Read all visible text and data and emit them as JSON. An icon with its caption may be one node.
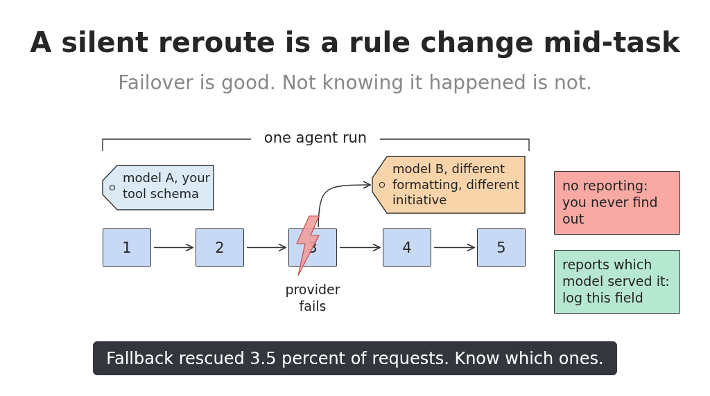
{
  "diagram": {
    "title": "A silent reroute is a rule change mid-task",
    "nodes": [
      {
        "text": [
          "model A, your tool schema"
        ]
      },
      {
        "text": [
          "model B, different formatting, different initiative"
        ]
      },
      {
        "text": [
          "1"
        ]
      },
      {
        "text": [
          "2"
        ]
      },
      {
        "text": [
          "3"
        ],
        "beside": [
          "provider fails"
        ]
      },
      {
        "text": [
          "4"
        ]
      },
      {
        "text": [
          "5"
        ]
      },
      {
        "text": [
          "no reporting: you never find out"
        ]
      },
      {
        "text": [
          "reports which model served it: log this field"
        ]
      },
      {
        "text": [
          "Fallback rescued 3.5 percent of requests. Know which ones."
        ]
      }
    ],
    "edges": [
      {
        "from": 2,
        "to": 3,
        "arrow": "to"
      },
      {
        "from": 3,
        "to": 4,
        "arrow": "to"
      },
      {
        "from": 4,
        "to": 5,
        "arrow": "to"
      },
      {
        "from": 5,
        "to": 6,
        "arrow": "to"
      },
      {
        "from": 4,
        "to": 1,
        "arrow": "to"
      }
    ],
    "labels": [
      "Failover is good. Not knowing it happened is not.",
      "one agent run"
    ]
  }
}
